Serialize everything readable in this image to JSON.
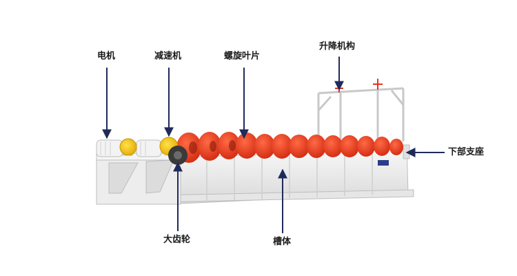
{
  "labels": {
    "motor": "电机",
    "reducer": "减速机",
    "spiral_blade": "螺旋叶片",
    "lifting_mechanism": "升降机构",
    "lower_support": "下部支座",
    "big_gear": "大齿轮",
    "tank_body": "槽体"
  },
  "colors": {
    "callout": "#1e2a5a",
    "spiral": "#ee3a1c",
    "gear": "#f4c000",
    "frame": "#f2f2f2",
    "frame_edge": "#bdbdbd",
    "marker": "#e83020"
  }
}
